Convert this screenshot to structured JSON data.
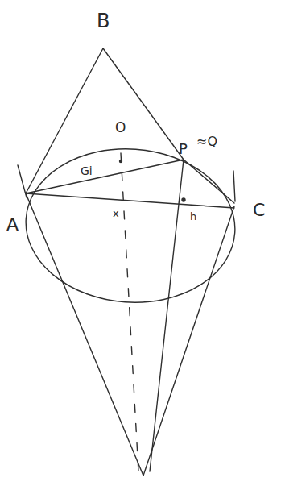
{
  "diagram": {
    "labels": [
      "B",
      "O",
      "P",
      "≈Q",
      "Gi",
      "A",
      "C",
      "x",
      "h"
    ]
  }
}
